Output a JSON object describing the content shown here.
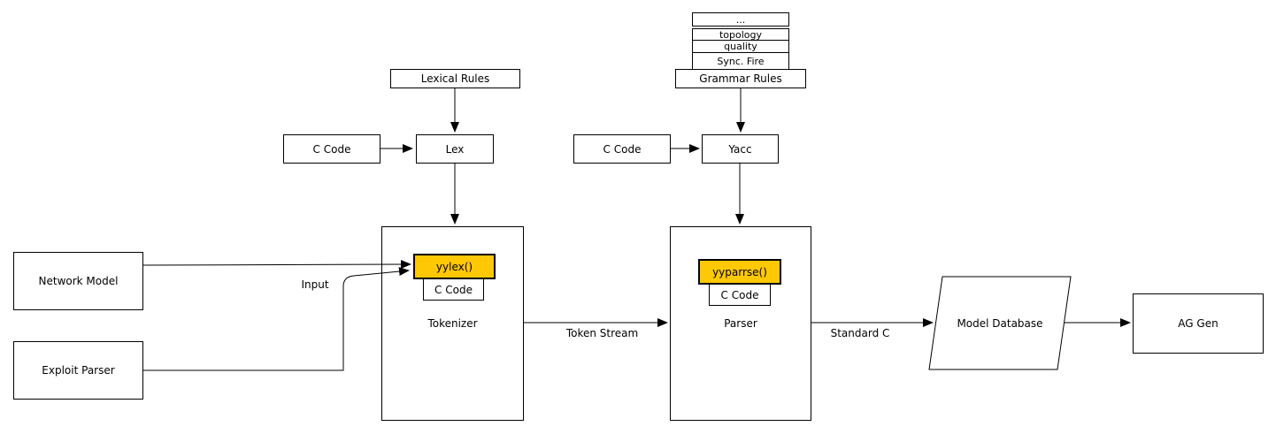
{
  "colors": {
    "background": "#ffffff",
    "box_fill": "#ffffff",
    "line": "#000000",
    "highlight_yellow": "#ffc805"
  },
  "stack": {
    "rows": [
      "...",
      "topology",
      "quality",
      "Sync. Fire"
    ]
  },
  "nodes": {
    "grammar_rules": "Grammar Rules",
    "lexical_rules": "Lexical Rules",
    "c_code_left": "C Code",
    "lex": "Lex",
    "c_code_right": "C Code",
    "yacc": "Yacc",
    "network_model": "Network Model",
    "exploit_parser": "Exploit Parser",
    "tokenizer": "Tokenizer",
    "yylex": "yylex()",
    "yylex_c_code": "C Code",
    "parser": "Parser",
    "yyparrse": "yyparrse()",
    "yyparrse_c_code": "C Code",
    "model_database": "Model Database",
    "ag_gen": "AG Gen"
  },
  "edge_labels": {
    "input": "Input",
    "token_stream": "Token Stream",
    "standard_c": "Standard C"
  }
}
